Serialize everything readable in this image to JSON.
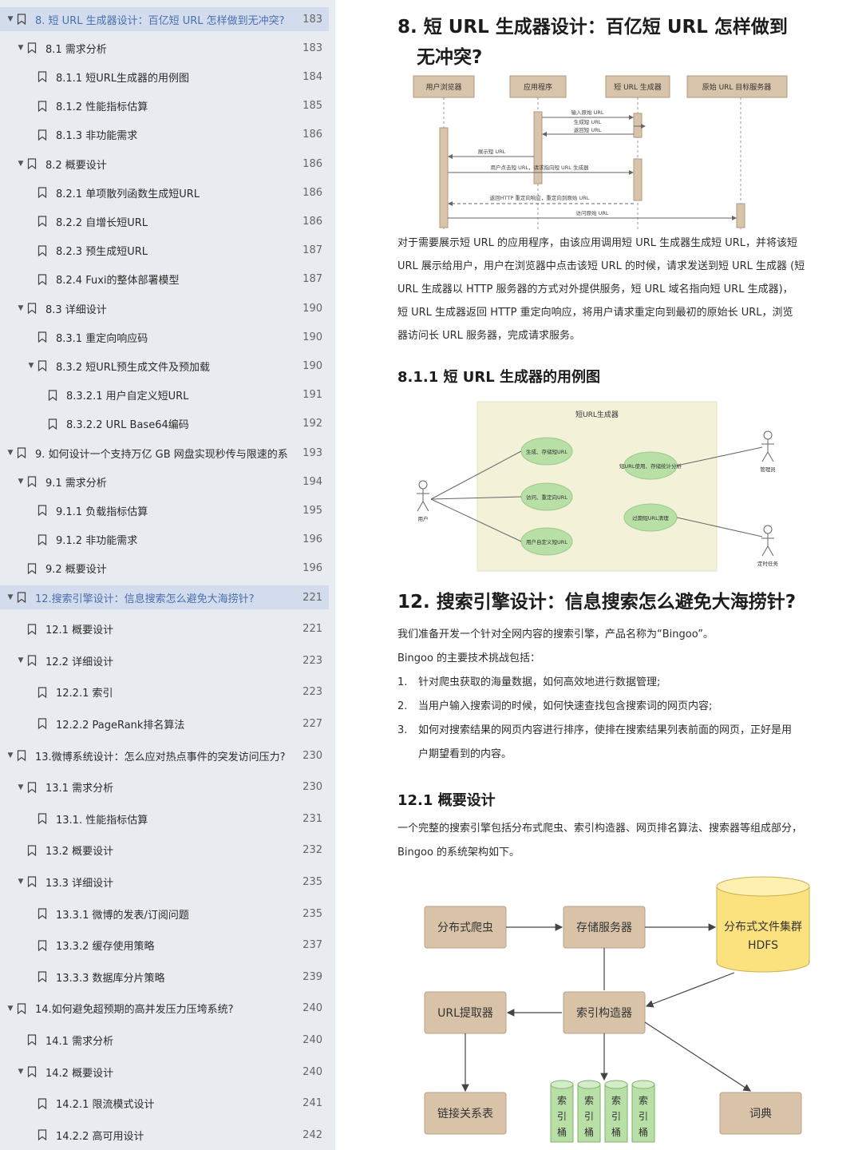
{
  "toc": [
    {
      "title": "8. 短 URL 生成器设计：百亿短 URL 怎样做到无冲突?",
      "page": "183",
      "level": 0,
      "expand": true,
      "active": true
    },
    {
      "title": "8.1 需求分析",
      "page": "183",
      "level": 1,
      "expand": true
    },
    {
      "title": "8.1.1 短URL生成器的用例图",
      "page": "184",
      "level": 2
    },
    {
      "title": "8.1.2 性能指标估算",
      "page": "185",
      "level": 2
    },
    {
      "title": "8.1.3 非功能需求",
      "page": "186",
      "level": 2
    },
    {
      "title": "8.2 概要设计",
      "page": "186",
      "level": 1,
      "expand": true
    },
    {
      "title": "8.2.1 单项散列函数生成短URL",
      "page": "186",
      "level": 2
    },
    {
      "title": "8.2.2 自增长短URL",
      "page": "186",
      "level": 2
    },
    {
      "title": "8.2.3 预生成短URL",
      "page": "187",
      "level": 2
    },
    {
      "title": "8.2.4 Fuxi的整体部署模型",
      "page": "187",
      "level": 2
    },
    {
      "title": "8.3 详细设计",
      "page": "190",
      "level": 1,
      "expand": true
    },
    {
      "title": "8.3.1 重定向响应码",
      "page": "190",
      "level": 2
    },
    {
      "title": "8.3.2 短URL预生成文件及预加载",
      "page": "190",
      "level": 2,
      "expand": true
    },
    {
      "title": "8.3.2.1 用户自定义短URL",
      "page": "191",
      "level": 3
    },
    {
      "title": "8.3.2.2 URL Base64编码",
      "page": "192",
      "level": 3
    },
    {
      "title": "9. 如何设计一个支持万亿 GB 网盘实现秒传与限速的系统",
      "page": "193",
      "level": 0,
      "expand": true
    },
    {
      "title": "9.1 需求分析",
      "page": "194",
      "level": 1,
      "expand": true
    },
    {
      "title": "9.1.1 负载指标估算",
      "page": "195",
      "level": 2
    },
    {
      "title": "9.1.2 非功能需求",
      "page": "196",
      "level": 2
    },
    {
      "title": "9.2 概要设计",
      "page": "196",
      "level": 1
    },
    {
      "title": "12.搜索引擎设计：信息搜索怎么避免大海捞针?",
      "page": "221",
      "level": 0,
      "expand": true,
      "active": true
    },
    {
      "title": "12.1 概要设计",
      "page": "221",
      "level": 1
    },
    {
      "title": "12.2 详细设计",
      "page": "223",
      "level": 1,
      "expand": true
    },
    {
      "title": "12.2.1 索引",
      "page": "223",
      "level": 2
    },
    {
      "title": "12.2.2 PageRank排名算法",
      "page": "227",
      "level": 2
    },
    {
      "title": "13.微博系统设计：怎么应对热点事件的突发访问压力?",
      "page": "230",
      "level": 0,
      "expand": true
    },
    {
      "title": "13.1 需求分析",
      "page": "230",
      "level": 1,
      "expand": true
    },
    {
      "title": "13.1. 性能指标估算",
      "page": "231",
      "level": 2
    },
    {
      "title": "13.2 概要设计",
      "page": "232",
      "level": 1
    },
    {
      "title": "13.3 详细设计",
      "page": "235",
      "level": 1,
      "expand": true
    },
    {
      "title": "13.3.1 微博的发表/订阅问题",
      "page": "235",
      "level": 2
    },
    {
      "title": "13.3.2 缓存使用策略",
      "page": "237",
      "level": 2
    },
    {
      "title": "13.3.3 数据库分片策略",
      "page": "239",
      "level": 2
    },
    {
      "title": "14.如何避免超预期的高并发压力压垮系统?",
      "page": "240",
      "level": 0,
      "expand": true
    },
    {
      "title": "14.1 需求分析",
      "page": "240",
      "level": 1
    },
    {
      "title": "14.2 概要设计",
      "page": "240",
      "level": 1,
      "expand": true
    },
    {
      "title": "14.2.1 限流模式设计",
      "page": "241",
      "level": 2
    },
    {
      "title": "14.2.2 高可用设计",
      "page": "242",
      "level": 2
    }
  ],
  "doc": {
    "h1a_line1": "8.  短 URL 生成器设计：百亿短 URL 怎样做到",
    "h1a_line2": "无冲突?",
    "seq": {
      "actors": [
        "用户浏览器",
        "应用程序",
        "短 URL 生成器",
        "原始 URL 目标服务器"
      ],
      "msgs": [
        "输入原始 URL",
        "生成短 URL",
        "返回短 URL",
        "展示短 URL",
        "用户点击短 URL，请求指向短 URL 生成器",
        "返回HTTP 重定向响应，重定向到原始 URL",
        "访问原始 URL"
      ]
    },
    "para1": [
      "对于需要展示短 URL 的应用程序，由该应用调用短 URL 生成器生成短 URL，并将该短",
      "URL 展示给用户，用户在浏览器中点击该短 URL 的时候，请求发送到短 URL 生成器 (短",
      "URL 生成器以 HTTP 服务器的方式对外提供服务，短 URL 域名指向短 URL 生成器)，",
      "短 URL 生成器返回 HTTP 重定向响应，将用户请求重定向到最初的原始长 URL，浏览",
      "器访问长 URL 服务器，完成请求服务。"
    ],
    "h2a": "8.1.1  短 URL 生成器的用例图",
    "usecase": {
      "title": "短URL生成器",
      "cases": [
        "生成、存储短URL",
        "访问、重定向URL",
        "用户自定义短URL",
        "短URL使用、存储统计分析",
        "过期短URL清理"
      ],
      "actors": [
        "用户",
        "管理员",
        "定时任务"
      ]
    },
    "h1b": "12.  搜索引擎设计：信息搜索怎么避免大海捞针?",
    "p12_1": "我们准备开发一个针对全网内容的搜索引擎，产品名称为“Bingoo”。",
    "p12_2": "Bingoo 的主要技术挑战包括：",
    "list": [
      {
        "num": "1.",
        "text": "针对爬虫获取的海量数据，如何高效地进行数据管理;"
      },
      {
        "num": "2.",
        "text": "当用户输入搜索词的时候，如何快速查找包含搜索词的网页内容;"
      },
      {
        "num": "3.",
        "text": "如何对搜索结果的网页内容进行排序，使排在搜索结果列表前面的网页，正好是用"
      }
    ],
    "list3_cont": "户期望看到的内容。",
    "h2b": "12.1  概要设计",
    "p12_3": "一个完整的搜索引擎包括分布式爬虫、索引构造器、网页排名算法、搜索器等组成部分，",
    "p12_4": "Bingoo 的系统架构如下。",
    "arch": {
      "crawler": "分布式爬虫",
      "storage": "存储服务器",
      "hdfs1": "分布式文件集群",
      "hdfs2": "HDFS",
      "url": "URL提取器",
      "indexer": "索引构造器",
      "links": "链接关系表",
      "bucket": [
        "索",
        "引",
        "桶"
      ],
      "dict": "词典"
    }
  }
}
